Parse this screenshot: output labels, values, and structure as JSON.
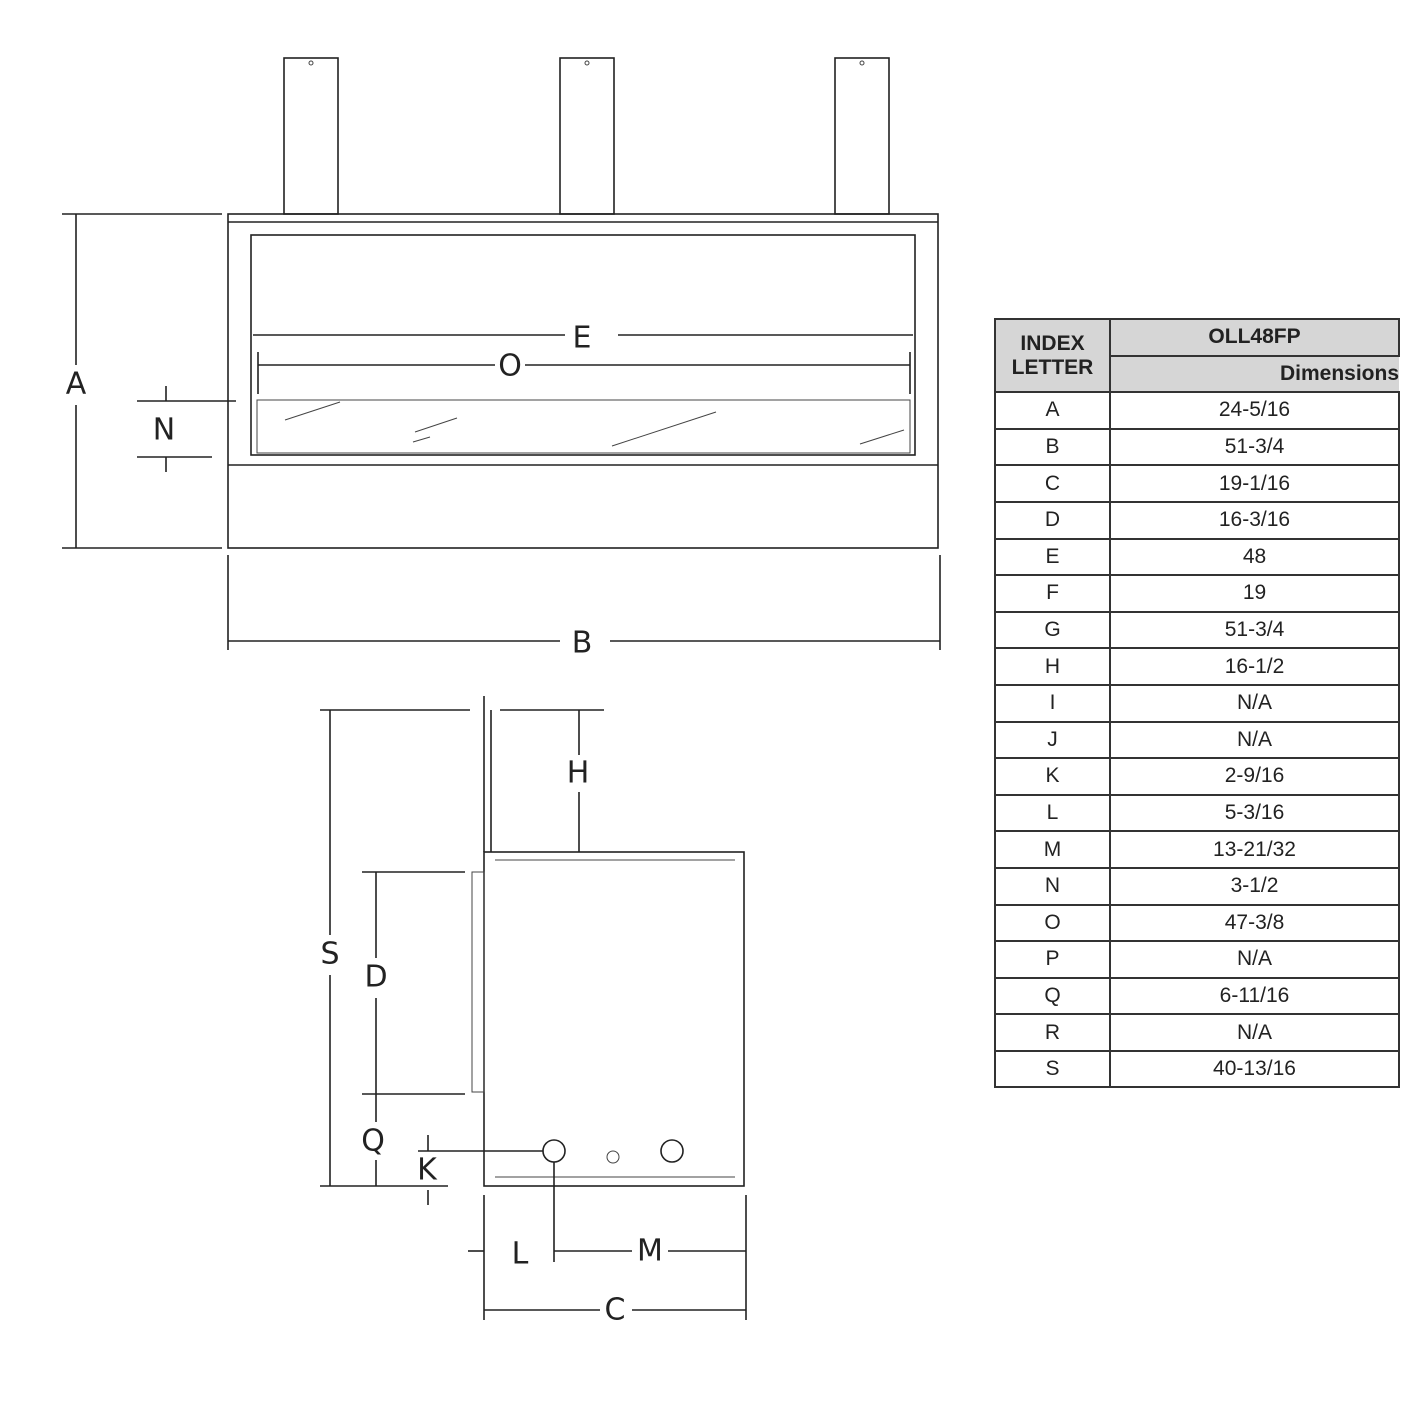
{
  "front_view": {
    "labels": {
      "A": "A",
      "B": "B",
      "E": "E",
      "O": "O",
      "N": "N"
    }
  },
  "side_view": {
    "labels": {
      "S": "S",
      "H": "H",
      "D": "D",
      "Q": "Q",
      "K": "K",
      "L": "L",
      "M": "M",
      "C": "C"
    }
  },
  "table": {
    "header_index": "INDEX LETTER",
    "header_model": "OLL48FP",
    "header_dimensions": "Dimensions",
    "rows": [
      {
        "letter": "A",
        "value": "24-5/16"
      },
      {
        "letter": "B",
        "value": "51-3/4"
      },
      {
        "letter": "C",
        "value": "19-1/16"
      },
      {
        "letter": "D",
        "value": "16-3/16"
      },
      {
        "letter": "E",
        "value": "48"
      },
      {
        "letter": "F",
        "value": "19"
      },
      {
        "letter": "G",
        "value": "51-3/4"
      },
      {
        "letter": "H",
        "value": "16-1/2"
      },
      {
        "letter": "I",
        "value": "N/A"
      },
      {
        "letter": "J",
        "value": "N/A"
      },
      {
        "letter": "K",
        "value": "2-9/16"
      },
      {
        "letter": "L",
        "value": "5-3/16"
      },
      {
        "letter": "M",
        "value": "13-21/32"
      },
      {
        "letter": "N",
        "value": "3-1/2"
      },
      {
        "letter": "O",
        "value": "47-3/8"
      },
      {
        "letter": "P",
        "value": "N/A"
      },
      {
        "letter": "Q",
        "value": "6-11/16"
      },
      {
        "letter": "R",
        "value": "N/A"
      },
      {
        "letter": "S",
        "value": "40-13/16"
      }
    ]
  }
}
